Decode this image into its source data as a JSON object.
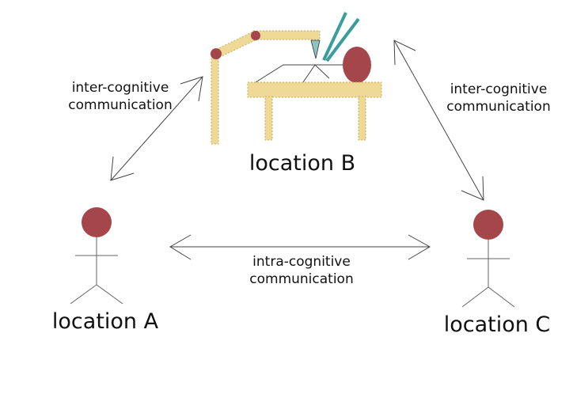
{
  "diagram": {
    "locations": {
      "a": {
        "label": "location A"
      },
      "b": {
        "label": "location B"
      },
      "c": {
        "label": "location C"
      }
    },
    "links": {
      "a_b": {
        "line1": "inter-cognitive",
        "line2": "communication"
      },
      "b_c": {
        "line1": "inter-cognitive",
        "line2": "communication"
      },
      "a_c": {
        "line1": "intra-cognitive",
        "line2": "communication"
      }
    },
    "colors": {
      "head": "#a5474a",
      "robot_body": "#efd996",
      "robot_outline": "#c9b060",
      "tool": "#3a9c9c",
      "line": "#444444"
    }
  }
}
